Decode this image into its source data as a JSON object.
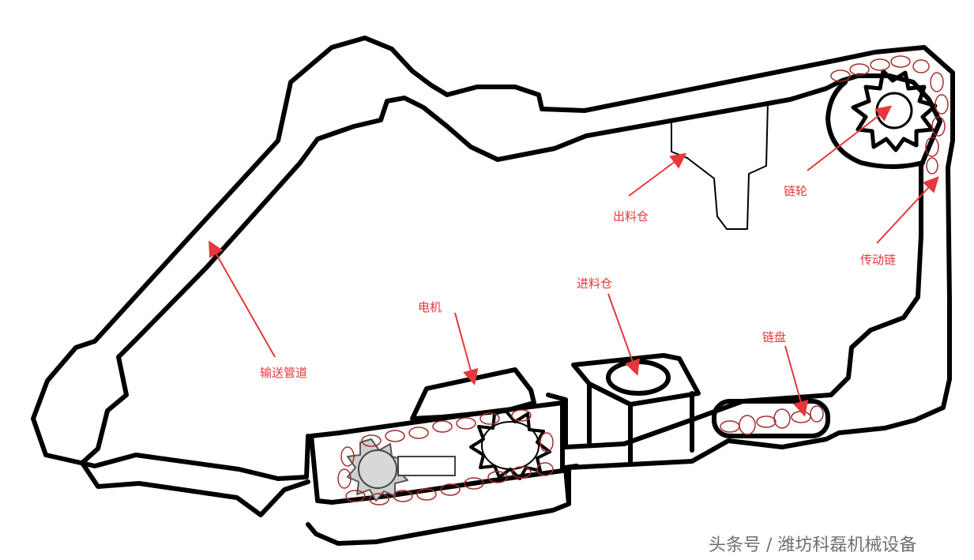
{
  "colors": {
    "stroke": "#000000",
    "annotation": "#e8373a",
    "chain": "#a0302e",
    "watermark": "#6f6f6f",
    "background": "#ffffff"
  },
  "labels": {
    "conveyor_pipe": "输送管道",
    "motor": "电机",
    "inlet_bin": "进料仓",
    "outlet_bin": "出料仓",
    "sprocket": "链轮",
    "drive_chain": "传动链",
    "chain_disc": "链盘"
  },
  "watermark": "头条号 / 潍坊科磊机械设备"
}
